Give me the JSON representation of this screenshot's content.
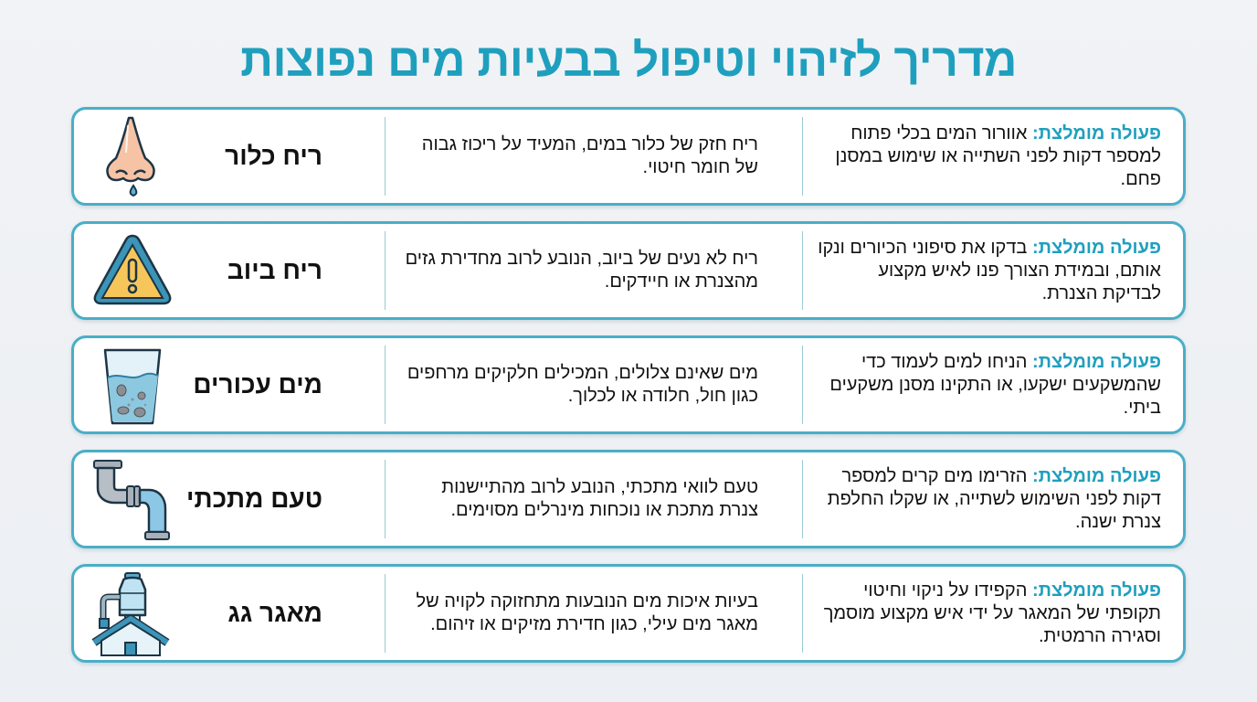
{
  "title": "מדריך לזיהוי וטיפול בבעיות מים נפוצות",
  "accent_color": "#1f9fbe",
  "border_color": "#4aaec7",
  "action_label": "פעולה מומלצת:",
  "rows": [
    {
      "name": "ריח כלור",
      "icon": "nose-drip-icon",
      "description": "ריח חזק של כלור במים, המעיד על ריכוז גבוה של חומר חיטוי.",
      "action": "אוורור המים בכלי פתוח למספר דקות לפני השתייה או שימוש במסנן פחם."
    },
    {
      "name": "ריח ביוב",
      "icon": "warning-triangle-icon",
      "description": "ריח לא נעים של ביוב, הנובע לרוב מחדירת גזים מהצנרת או חיידקים.",
      "action": "בדקו את סיפוני הכיורים ונקו אותם, ובמידת הצורך פנו לאיש מקצוע לבדיקת הצנרת."
    },
    {
      "name": "מים עכורים",
      "icon": "cloudy-water-glass-icon",
      "description": "מים שאינם צלולים, המכילים חלקיקים מרחפים כגון חול, חלודה או לכלוך.",
      "action": "הניחו למים לעמוד כדי שהמשקעים ישקעו, או התקינו מסנן משקעים ביתי."
    },
    {
      "name": "טעם מתכתי",
      "icon": "pipe-icon",
      "description": "טעם לוואי מתכתי, הנובע לרוב מהתיישנות צנרת מתכת או נוכחות מינרלים מסוימים.",
      "action": "הזרימו מים קרים למספר דקות לפני השימוש לשתייה, או שקלו החלפת צנרת ישנה."
    },
    {
      "name": "מאגר גג",
      "icon": "roof-water-tank-icon",
      "description": "בעיות איכות מים הנובעות מתחזוקה לקויה של מאגר מים עילי, כגון חדירת מזיקים או זיהום.",
      "action": "הקפידו על ניקוי וחיטוי תקופתי של המאגר על ידי איש מקצוע מוסמך וסגירה הרמטית."
    }
  ]
}
